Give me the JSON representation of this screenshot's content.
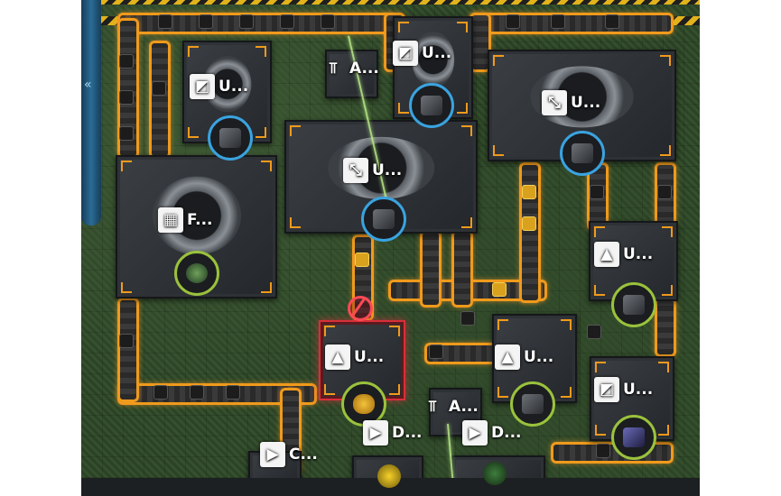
{
  "hud": {
    "side_panel_icon": "double-chevron-icon"
  },
  "colors": {
    "belt": "#f09a1c",
    "power_ring": "#3aa3e0",
    "resource_ring": "#9ac23c",
    "warning": "#ff4a55",
    "hazard_yellow": "#e2b31b"
  },
  "buildings": [
    {
      "id": "furnace",
      "icon": "furnace-icon",
      "label": "F..."
    },
    {
      "id": "crusher-1",
      "icon": "crusher-icon",
      "label": "U..."
    },
    {
      "id": "crusher-2",
      "icon": "crusher-icon",
      "label": "U..."
    },
    {
      "id": "assembler-top",
      "icon": "assembler-icon",
      "label": "U..."
    },
    {
      "id": "assembler-mid",
      "icon": "assembler-icon",
      "label": "U..."
    },
    {
      "id": "antenna-top",
      "icon": "antenna-icon",
      "label": "A..."
    },
    {
      "id": "extractor-right",
      "icon": "extractor-icon",
      "label": "U..."
    },
    {
      "id": "extractor-mid",
      "icon": "extractor-icon",
      "label": "U..."
    },
    {
      "id": "extractor-warn",
      "icon": "extractor-icon",
      "label": "U..."
    },
    {
      "id": "crusher-3",
      "icon": "crusher-icon",
      "label": "U..."
    },
    {
      "id": "antenna-bottom",
      "icon": "antenna-icon",
      "label": "A..."
    },
    {
      "id": "drill-1",
      "icon": "drill-icon",
      "label": "D..."
    },
    {
      "id": "drill-2",
      "icon": "drill-icon",
      "label": "D..."
    },
    {
      "id": "collector",
      "icon": "collector-icon",
      "label": "C..."
    }
  ]
}
